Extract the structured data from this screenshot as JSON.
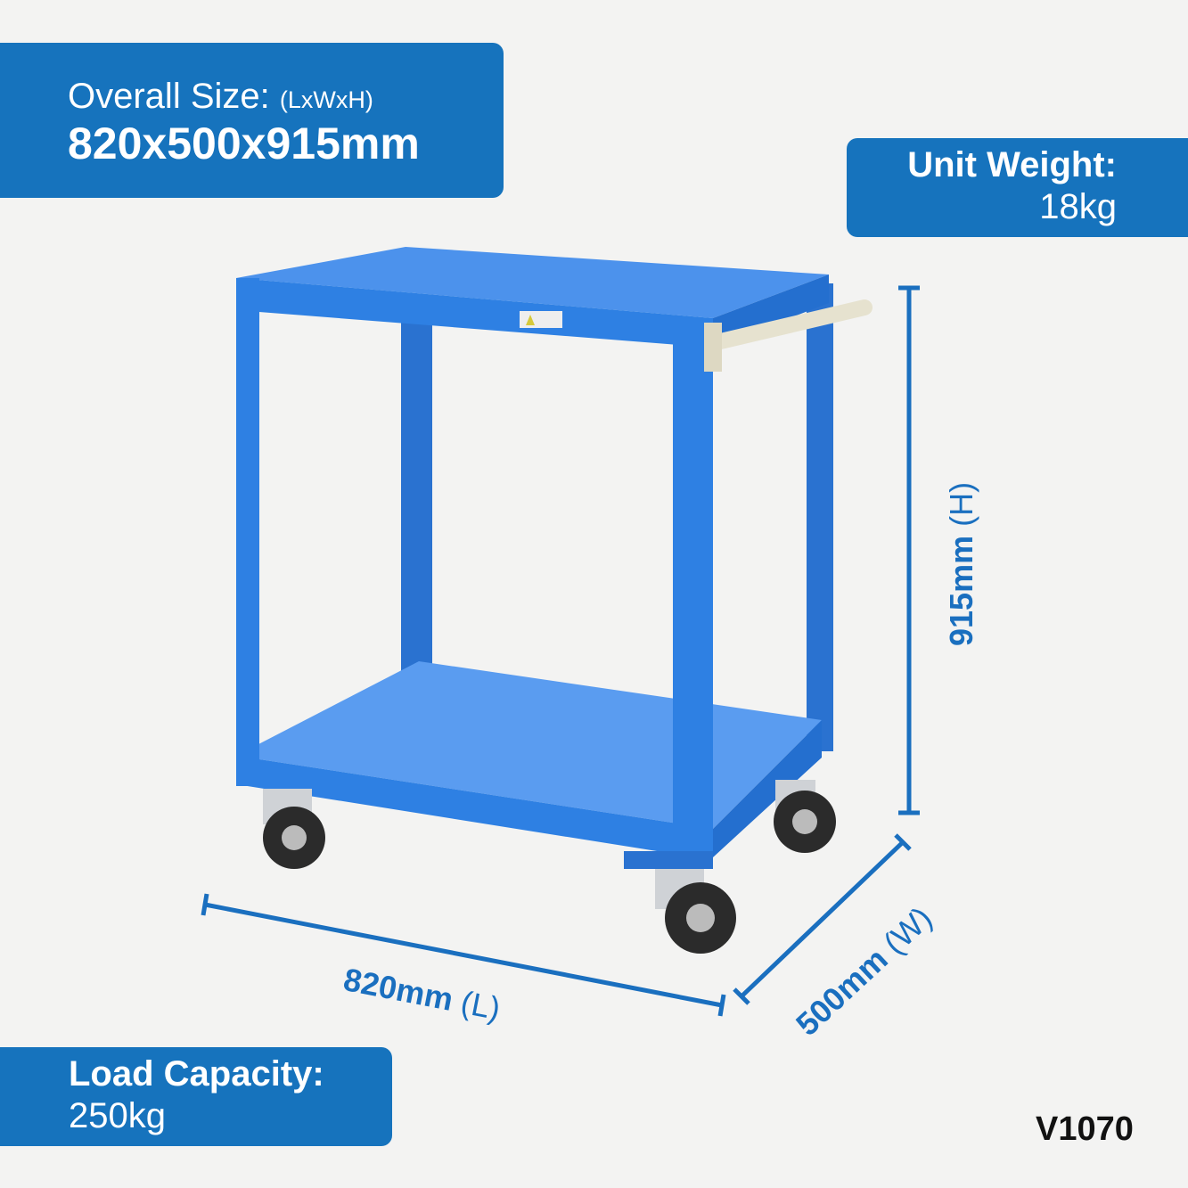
{
  "overall_size": {
    "label": "Overall Size:",
    "sub": "(LxWxH)",
    "value": "820x500x915mm"
  },
  "unit_weight": {
    "label": "Unit Weight:",
    "value": "18kg"
  },
  "load_capacity": {
    "label": "Load Capacity:",
    "value": "250kg"
  },
  "dimensions": {
    "length": {
      "value": "820mm",
      "axis": "(L)"
    },
    "width": {
      "value": "500mm",
      "axis": "(W)"
    },
    "height": {
      "value": "915mm",
      "axis": "(H)"
    }
  },
  "product_code": "V1070",
  "colors": {
    "banner": "#1673bd",
    "trolley": "#2e80e3",
    "dimension": "#1a6fbf"
  }
}
